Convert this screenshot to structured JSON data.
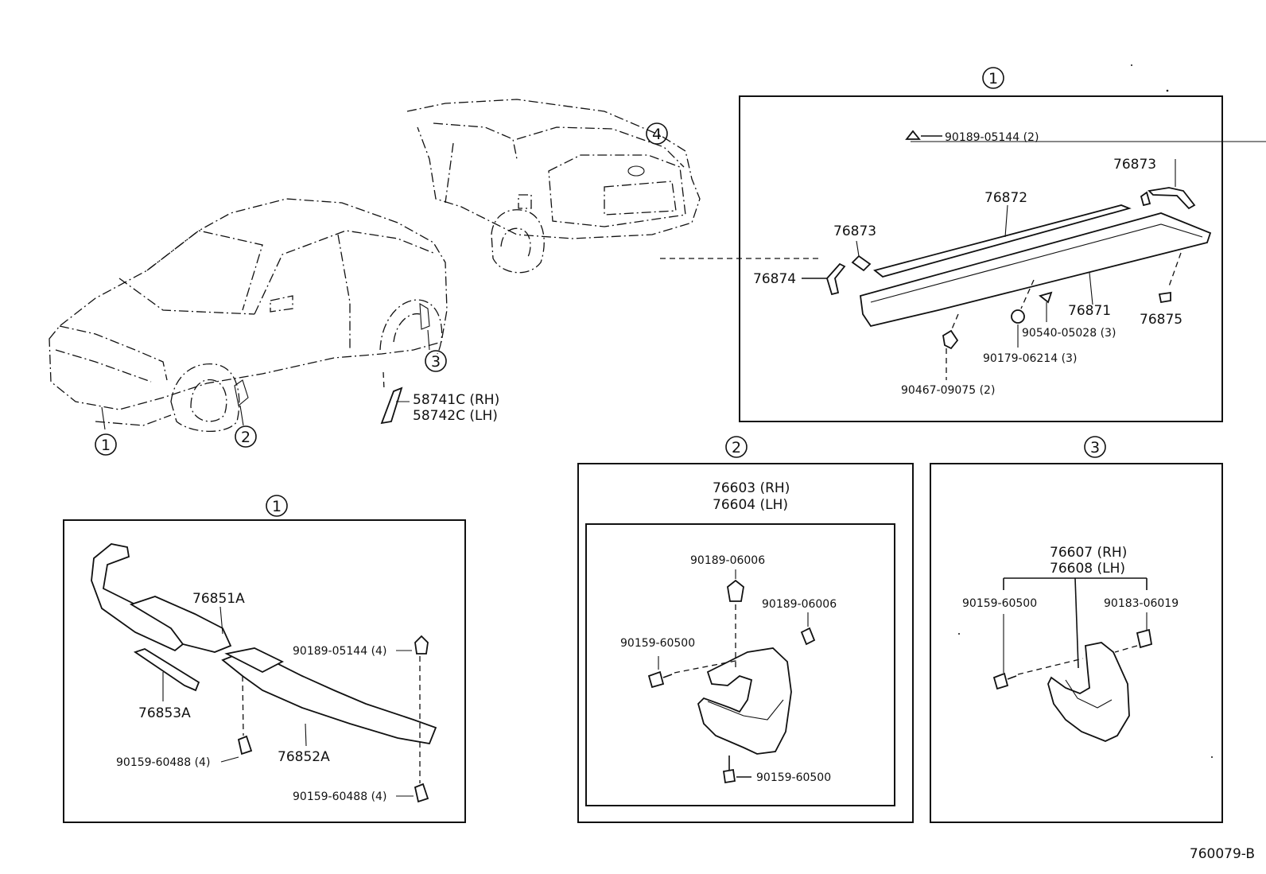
{
  "diagram_code": "760079-B",
  "callouts": {
    "c1": "1",
    "c2": "2",
    "c3": "3",
    "c4": "4"
  },
  "overview": {
    "molding_rh": "58741C (RH)",
    "molding_lh": "58742C (LH)"
  },
  "spoiler_rear": {
    "clip_top": "90189-05144 (2)",
    "end_cap_right": "76873",
    "spoiler_strip": "76872",
    "end_cap_left": "76873",
    "seal_left": "76874",
    "spoiler_main": "76871",
    "pad_right": "76875",
    "washer": "90540-05028 (3)",
    "nut": "90179-06214 (3)",
    "clip_bottom": "90467-09075 (2)"
  },
  "spoiler_front": {
    "center": "76851A",
    "cover": "76853A",
    "lower": "76852A",
    "clip": "90189-05144 (4)",
    "screw_left": "90159-60488 (4)",
    "screw_right": "90159-60488 (4)"
  },
  "mudguard_front": {
    "part_rh": "76603 (RH)",
    "part_lh": "76604 (LH)",
    "clip_top": "90189-06006",
    "clip_right": "90189-06006",
    "screw_left": "90159-60500",
    "screw_bottom": "90159-60500"
  },
  "mudguard_rear": {
    "part_rh": "76607 (RH)",
    "part_lh": "76608 (LH)",
    "screw": "90159-60500",
    "clip": "90183-06019"
  }
}
